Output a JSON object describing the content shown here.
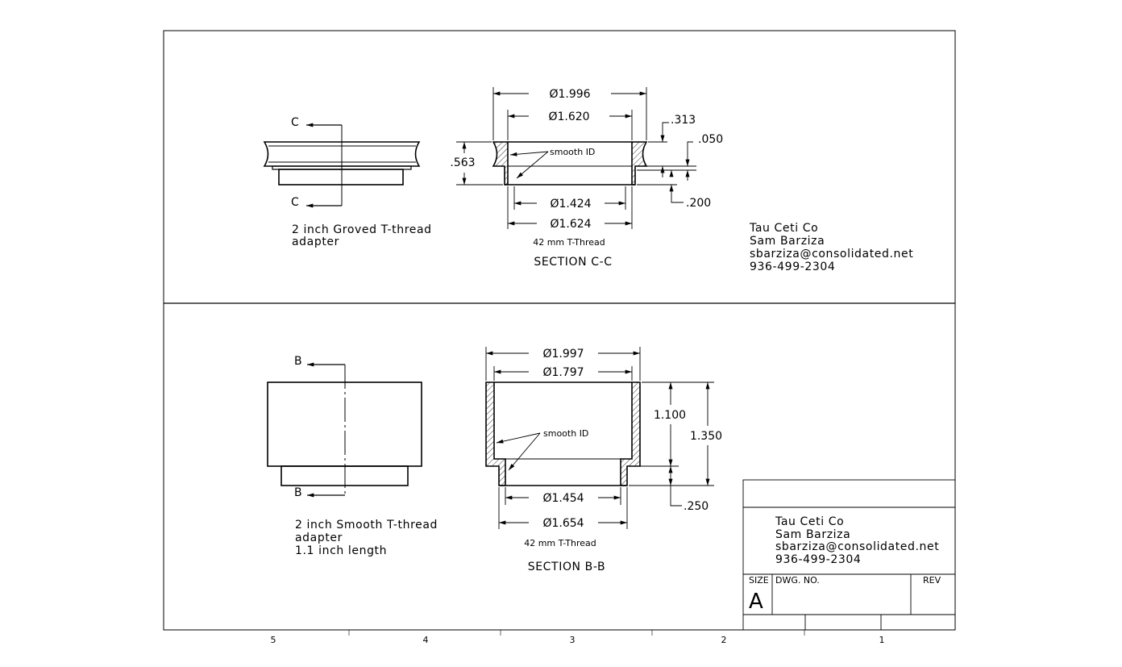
{
  "drawing": {
    "view_c": {
      "section_letter": "C",
      "caption": [
        "2 inch Groved T-thread",
        "adapter"
      ],
      "dims": {
        "od_outer": "Ø1.996",
        "od_groove": "Ø1.620",
        "height": ".563",
        "top_band": ".313",
        "step": ".050",
        "bottom": ".200",
        "id_inner": "Ø1.424",
        "od_lower": "Ø1.624"
      },
      "note": "smooth ID",
      "thread": "42 mm T-Thread",
      "section_title": "SECTION C-C"
    },
    "view_b": {
      "section_letter": "B",
      "caption": [
        "2 inch Smooth T-thread",
        "adapter",
        "1.1 inch length"
      ],
      "dims": {
        "od_outer": "Ø1.997",
        "id_upper": "Ø1.797",
        "upper_height": "1.100",
        "total_height": "1.350",
        "id_lower": "Ø1.454",
        "od_lower": "Ø1.654",
        "lower_height": ".250"
      },
      "note": "smooth ID",
      "thread": "42 mm T-Thread",
      "section_title": "SECTION B-B"
    },
    "contact_block": [
      "Tau Ceti Co",
      "Sam Barziza",
      "sbarziza@consolidated.net",
      "936-499-2304"
    ],
    "title_block": {
      "contact": [
        "Tau Ceti Co",
        "Sam Barziza",
        "sbarziza@consolidated.net",
        "936-499-2304"
      ],
      "size_label": "SIZE",
      "size_value": "A",
      "dwg_no_label": "DWG.  NO.",
      "rev_label": "REV"
    },
    "zones": [
      "5",
      "4",
      "3",
      "2",
      "1"
    ]
  }
}
